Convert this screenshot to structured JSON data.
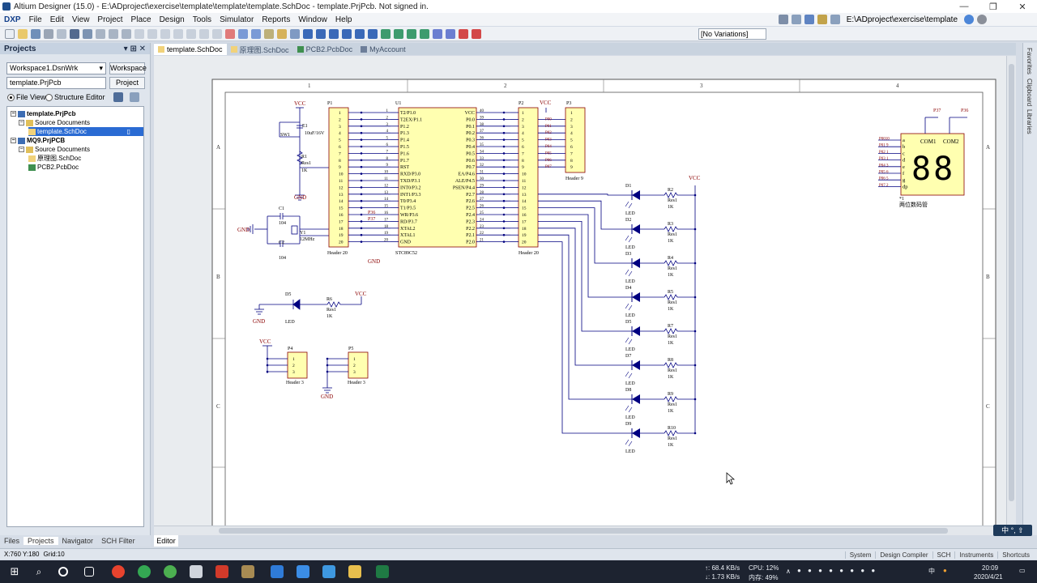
{
  "window": {
    "title": "Altium Designer (15.0) - E:\\ADproject\\exercise\\template\\template\\template.SchDoc - template.PrjPcb. Not signed in."
  },
  "menu": {
    "items": [
      "DXP",
      "File",
      "Edit",
      "View",
      "Project",
      "Place",
      "Design",
      "Tools",
      "Simulator",
      "Reports",
      "Window",
      "Help"
    ],
    "path": "E:\\ADproject\\exercise\\template"
  },
  "toolbar": {
    "variations": "[No Variations]"
  },
  "projects_panel": {
    "title": "Projects",
    "workspace_value": "Workspace1.DsnWrk",
    "workspace_button": "Workspace",
    "project_value": "template.PrjPcb",
    "project_button": "Project",
    "file_view": "File View",
    "structure_editor": "Structure Editor",
    "tree": [
      {
        "label": "template.PrjPcb",
        "level": 0,
        "expander": "−",
        "bold": true
      },
      {
        "label": "Source Documents",
        "level": 1,
        "expander": "−"
      },
      {
        "label": "template.SchDoc",
        "level": 2,
        "selected": true
      },
      {
        "label": "MQ9.PrjPCB",
        "level": 0,
        "expander": "−",
        "bold": true
      },
      {
        "label": "Source Documents",
        "level": 1,
        "expander": "−"
      },
      {
        "label": "原理图.SchDoc",
        "level": 2
      },
      {
        "label": "PCB2.PcbDoc",
        "level": 2
      }
    ]
  },
  "panel_tabs": [
    "Files",
    "Projects",
    "Navigator",
    "SCH Filter"
  ],
  "doc_tabs": [
    "template.SchDoc",
    "原理图.SchDoc",
    "PCB2.PcbDoc",
    "MyAccount"
  ],
  "editor_tab": "Editor",
  "right_strip": [
    "Favorites",
    "Clipboard",
    "Libraries"
  ],
  "schematic": {
    "zones_top": [
      "1",
      "2",
      "3",
      "4"
    ],
    "zones_side": [
      "A",
      "B",
      "C"
    ],
    "vcc": "VCC",
    "gnd": "GND",
    "p1": {
      "ref": "P1",
      "name": "Header 20",
      "pins": [
        "1",
        "2",
        "3",
        "4",
        "5",
        "6",
        "7",
        "8",
        "9",
        "10",
        "11",
        "12",
        "13",
        "14",
        "15",
        "16",
        "17",
        "18",
        "19",
        "20"
      ]
    },
    "p2": {
      "ref": "P2",
      "name": "Header 20",
      "pins": [
        "1",
        "2",
        "3",
        "4",
        "5",
        "6",
        "7",
        "8",
        "9",
        "10",
        "11",
        "12",
        "13",
        "14",
        "15",
        "16",
        "17",
        "18",
        "19",
        "20"
      ]
    },
    "p3": {
      "ref": "P3",
      "name": "Header 9",
      "pins": [
        "1",
        "2",
        "3",
        "4",
        "5",
        "6",
        "7",
        "8",
        "9"
      ]
    },
    "p4": {
      "ref": "P4",
      "name": "Header 3",
      "pins": [
        "1",
        "2",
        "3"
      ]
    },
    "p5": {
      "ref": "P5",
      "name": "Header 3",
      "pins": [
        "1",
        "2",
        "3"
      ]
    },
    "u1": {
      "ref": "U1",
      "name": "STC89C52",
      "left_pins": [
        "T2/P1.0",
        "T2EX/P1.1",
        "P1.2",
        "P1.3",
        "P1.4",
        "P1.5",
        "P1.6",
        "P1.7",
        "RST",
        "RXD/P3.0",
        "TXD/P3.1",
        "INT0/P3.2",
        "INT1/P3.3",
        "T0/P3.4",
        "T1/P3.5",
        "WR/P3.6",
        "RD/P3.7",
        "XTAL2",
        "XTAL1",
        "GND"
      ],
      "left_nums": [
        "1",
        "2",
        "3",
        "4",
        "5",
        "6",
        "7",
        "8",
        "9",
        "10",
        "11",
        "12",
        "13",
        "14",
        "15",
        "16",
        "17",
        "18",
        "19",
        "20"
      ],
      "right_pins": [
        "VCC",
        "P0.0",
        "P0.1",
        "P0.2",
        "P0.3",
        "P0.4",
        "P0.5",
        "P0.6",
        "P0.7",
        "EA/P4.6",
        "ALE/P4.5",
        "PSEN/P4.4",
        "P2.7",
        "P2.6",
        "P2.5",
        "P2.4",
        "P2.3",
        "P2.2",
        "P2.1",
        "P2.0"
      ],
      "right_nums": [
        "40",
        "39",
        "38",
        "37",
        "36",
        "35",
        "34",
        "33",
        "32",
        "31",
        "30",
        "29",
        "28",
        "27",
        "26",
        "25",
        "24",
        "23",
        "22",
        "21"
      ]
    },
    "p0_nets": [
      "P00",
      "P01",
      "P02",
      "P03",
      "P04",
      "P05",
      "P06",
      "P07"
    ],
    "p36": "P36",
    "p37": "P37",
    "e1": {
      "ref": "E1",
      "value": "10uF/16V"
    },
    "sw1": "SW1",
    "r1": {
      "ref": "R1",
      "type": "Res1",
      "value": "1K"
    },
    "c1": {
      "ref": "C1",
      "value": "104"
    },
    "c2": {
      "ref": "C2",
      "value": "104"
    },
    "y1": {
      "ref": "Y1",
      "value": "12MHz"
    },
    "d_leds": [
      {
        "d": "D1",
        "r": "R2"
      },
      {
        "d": "D2",
        "r": "R3"
      },
      {
        "d": "D3",
        "r": "R4"
      },
      {
        "d": "D4",
        "r": "R5"
      },
      {
        "d": "D5",
        "r": "R7"
      },
      {
        "d": "D7",
        "r": "R8"
      },
      {
        "d": "D8",
        "r": "R9"
      },
      {
        "d": "D9",
        "r": "R10"
      }
    ],
    "led": "LED",
    "res1": "Res1",
    "k1": "1K",
    "d5": {
      "ref": "D5",
      "r": "R6"
    },
    "seg": {
      "ref": "*1",
      "name": "两位数码管",
      "com1": "COM1",
      "com2": "COM2",
      "digits": "88",
      "seg_letters": [
        "a",
        "b",
        "c",
        "d",
        "e",
        "f",
        "g",
        "dp"
      ],
      "nets": [
        "P0010",
        "P01 9",
        "P02 1",
        "P03 1",
        "P04 3",
        "P05 6",
        "P06 5",
        "P07 2"
      ],
      "top_labels": [
        "P37",
        "P36"
      ]
    }
  },
  "status": {
    "coords": "X:760 Y:180",
    "grid": "Grid:10",
    "buttons": [
      "System",
      "Design Compiler",
      "SCH",
      "Instruments",
      "Shortcuts"
    ]
  },
  "ime": "中 °, ⇧",
  "taskbar": {
    "net_up": "↑: 68.4 KB/s",
    "net_down": "↓: 1.73 KB/s",
    "cpu": "CPU: 12%",
    "mem": "内存: 49%",
    "time": "20:09",
    "date": "2020/4/21",
    "icons": [
      "start-icon",
      "search-icon",
      "cortana-icon",
      "taskview-icon",
      "app-icon",
      "chrome-icon",
      "app-icon",
      "calculator-icon",
      "app-icon",
      "altium-icon",
      "app-icon",
      "app-icon",
      "app-icon",
      "folder-icon",
      "excel-icon"
    ]
  }
}
